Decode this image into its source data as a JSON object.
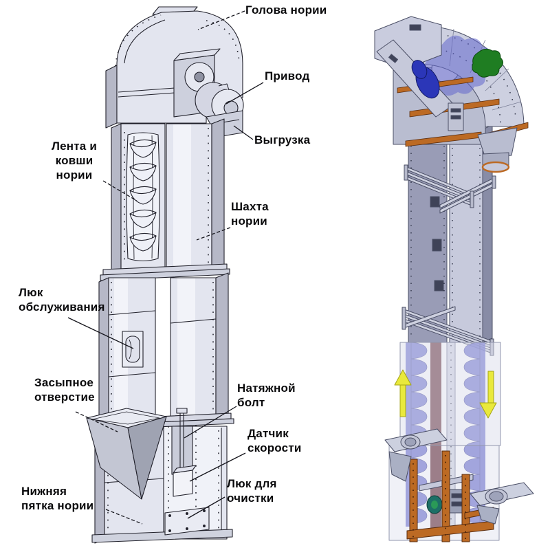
{
  "figure": {
    "subject": "Схема нории (ковшового элеватора): чертёж с обозначениями и 3D-модель"
  },
  "labels": {
    "head": "Голова нории",
    "drive": "Привод",
    "discharge": "Выгрузка",
    "belt_buckets": "Лента и\nковши\nнории",
    "shaft": "Шахта\nнории",
    "service_hatch": "Люк\nобслуживания",
    "fill_opening": "Засыпное\nотверстие",
    "tension_bolt": "Натяжной\nболт",
    "speed_sensor": "Датчик\nскорости",
    "cleaning_hatch": "Люк для\nочистки",
    "boot": "Нижняя\nпятка нории"
  },
  "colors": {
    "outline": "#20202a",
    "steel_light": "#e3e5ef",
    "steel_mid": "#c7cad7",
    "steel_dark": "#b4b7c6",
    "model_panel": "#c6c9db",
    "model_panel_dark": "#8d92ab",
    "flange_orange": "#bc6a24",
    "motor_blue": "#2b36b8",
    "patch_green": "#1f7d22",
    "bucket_purple": "#6266cc",
    "belt_maroon": "#6e3a42",
    "pulley_teal": "#1d6f66",
    "arrow_yellow": "#e9e93c"
  }
}
